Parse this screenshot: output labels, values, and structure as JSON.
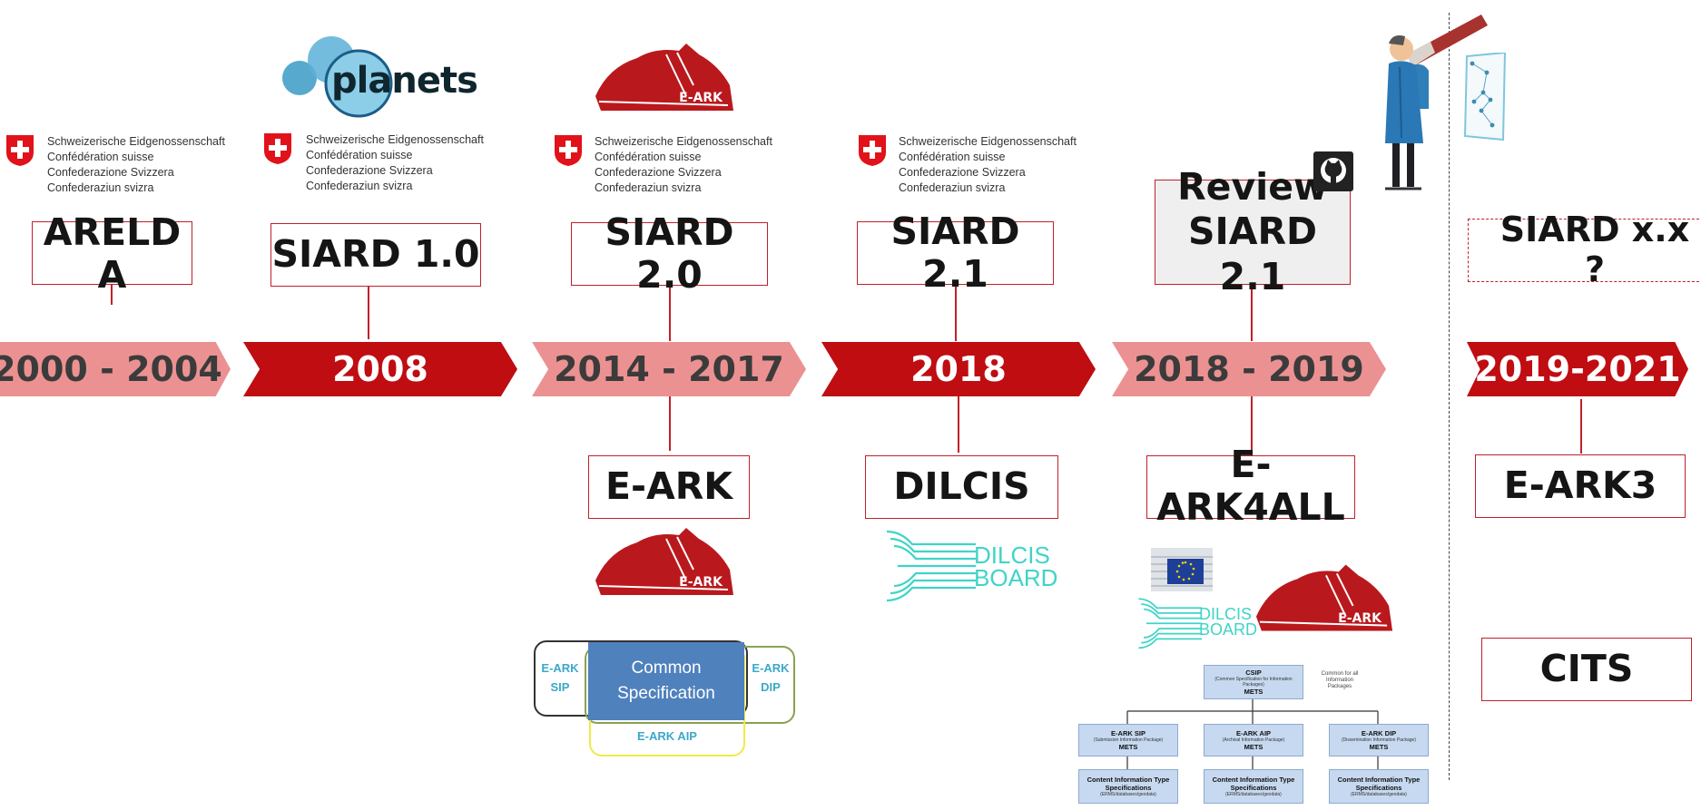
{
  "colors": {
    "red_dark": "#bf0d12",
    "red_light": "#ec9192",
    "box_border": "#c0202a",
    "earc_red": "#b9191d",
    "planets_blue": "#3a9ac4",
    "dilcis_teal": "#3fd4c8",
    "cs_blue": "#4f81bd",
    "eu_blue": "#1e3f97"
  },
  "swiss_text": {
    "line1": "Schweizerische Eidgenossenschaft",
    "line2": "Confédération suisse",
    "line3": "Confederazione Svizzera",
    "line4": "Confederaziun svizra"
  },
  "columns": [
    {
      "period": "2000 - 2004",
      "top_label": "ARELDA",
      "top_line1": "ARELD",
      "top_line2": "A",
      "bottom_label": ""
    },
    {
      "period": "2008",
      "top_label": "SIARD 1.0",
      "bottom_label": ""
    },
    {
      "period": "2014 - 2017",
      "top_label": "SIARD 2.0",
      "bottom_label": "E-ARK"
    },
    {
      "period": "2018",
      "top_label": "SIARD 2.1",
      "bottom_label": "DILCIS"
    },
    {
      "period": "2018 - 2019",
      "top_line1": "Review",
      "top_line2": "SIARD 2.1",
      "bottom_line1": "E-",
      "bottom_line2": "ARK4ALL"
    },
    {
      "period": "2019-2021",
      "top_label": "SIARD x.x ?",
      "bottom_label": "E-ARK3",
      "bottom_label_2": "CITS"
    }
  ],
  "logos": {
    "planets": "planets",
    "earc": "E-ARK",
    "dilcis_line1": "DILCIS",
    "dilcis_line2": "BOARD",
    "github_icon": "github-icon",
    "swiss_flag_icon": "swiss-flag-icon",
    "telescope_man_icon": "telescope-man-icon",
    "eu_flag_icon": "eu-flag-icon"
  },
  "common_spec": {
    "sip": "E-ARK SIP",
    "center": "Common Specification",
    "dip": "E-ARK DIP",
    "aip": "E-ARK AIP"
  },
  "csip_diagram": {
    "top_title": "CSIP",
    "top_sub": "(Common Specification for Information Packages)",
    "top_mets": "METS",
    "note": "Common for all Information Packages",
    "packages": [
      {
        "title": "E-ARK SIP",
        "sub": "(Submission Information Package)",
        "mets": "METS"
      },
      {
        "title": "E-ARK AIP",
        "sub": "(Archival Information Package)",
        "mets": "METS"
      },
      {
        "title": "E-ARK DIP",
        "sub": "(Dissemination Information Package)",
        "mets": "METS"
      }
    ],
    "content_title": "Content Information Type Specifications",
    "content_sub": "(ERMS/databases/geodata)"
  }
}
